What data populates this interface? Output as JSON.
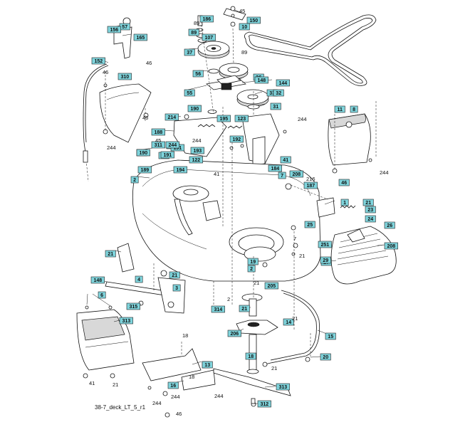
{
  "caption": "38-7_deck_LT_5_r1",
  "boxed_labels": [
    "57",
    "156",
    "165",
    "152",
    "310",
    "186",
    "150",
    "10",
    "107",
    "89",
    "37",
    "56",
    "36",
    "148",
    "144",
    "55",
    "33",
    "32",
    "31",
    "214",
    "190",
    "195",
    "123",
    "188",
    "45",
    "191",
    "41",
    "193",
    "192",
    "122",
    "72",
    "41",
    "189",
    "194",
    "184",
    "208",
    "7",
    "2",
    "187",
    "1",
    "21",
    "23",
    "24",
    "25",
    "26",
    "208",
    "251",
    "27",
    "29",
    "21",
    "21",
    "3",
    "148",
    "4",
    "5",
    "6",
    "313",
    "315",
    "314",
    "19",
    "2",
    "205",
    "206",
    "21",
    "14",
    "15",
    "18",
    "20",
    "13",
    "16",
    "313",
    "312",
    "11",
    "8",
    "46",
    "311",
    "244",
    "190",
    "191",
    "186",
    "41"
  ],
  "plain_labels": [
    "45",
    "89",
    "89",
    "46",
    "46",
    "46",
    "244",
    "244",
    "244",
    "45",
    "41",
    "216",
    "7",
    "21",
    "2",
    "21",
    "21",
    "21",
    "41",
    "21",
    "18",
    "18",
    "244",
    "244",
    "46",
    "244",
    "244"
  ]
}
